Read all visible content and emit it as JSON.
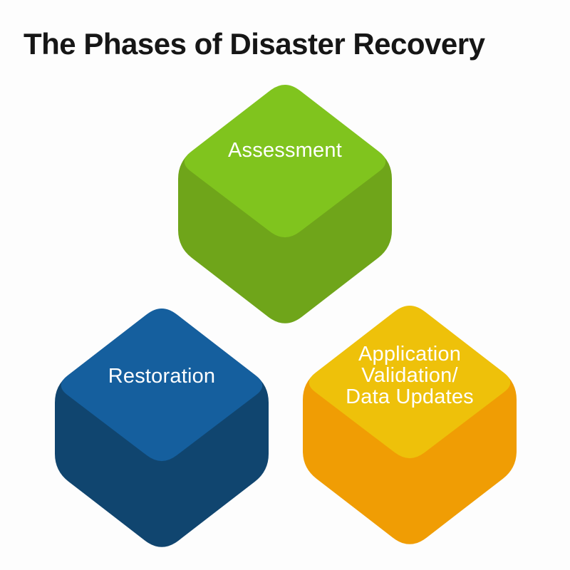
{
  "page": {
    "background_color": "#fdfdfd"
  },
  "title": {
    "text": "The Phases of Disaster Recovery",
    "color": "#161616"
  },
  "diagram": {
    "type": "cube-diagram",
    "phases": [
      {
        "id": "assessment",
        "label": "Assessment",
        "lines": [
          "Assessment"
        ],
        "top_color": "#80c41e",
        "side_color": "#6fa51a",
        "text_color": "#ffffff"
      },
      {
        "id": "restoration",
        "label": "Restoration",
        "lines": [
          "Restoration"
        ],
        "top_color": "#155f9e",
        "side_color": "#10456f",
        "text_color": "#ffffff"
      },
      {
        "id": "application-validation-data-updates",
        "label": "Application Validation/ Data Updates",
        "lines": [
          "Application",
          "Validation/",
          "Data Updates"
        ],
        "top_color": "#eec10a",
        "side_color": "#f09d04",
        "text_color": "#ffffff"
      }
    ]
  }
}
